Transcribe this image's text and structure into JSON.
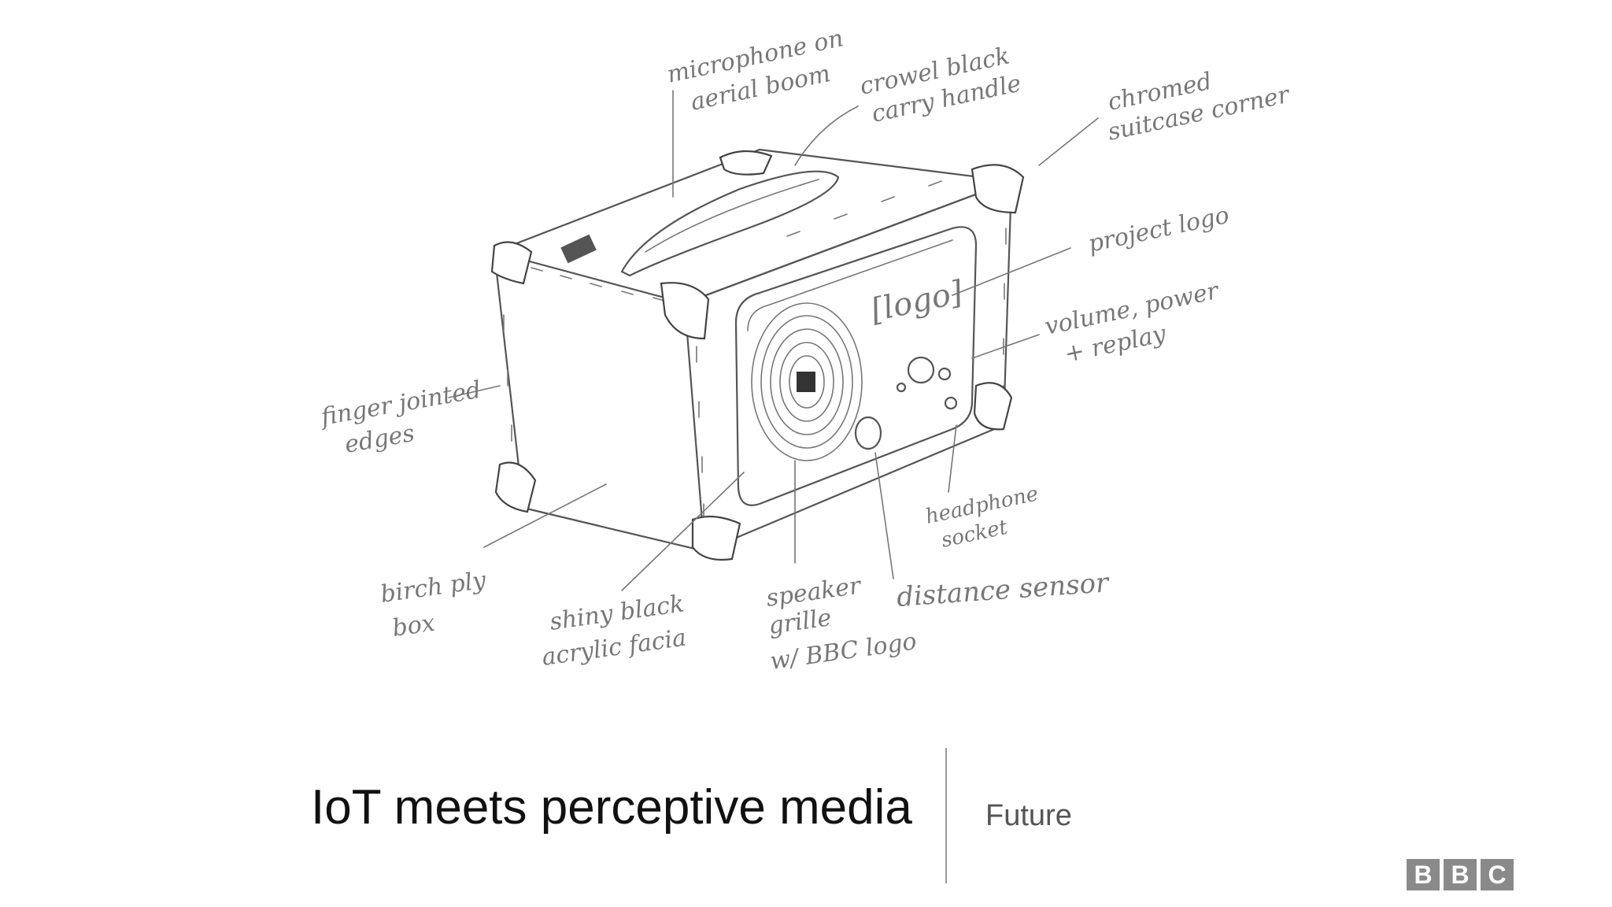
{
  "slide": {
    "title": "IoT meets perceptive media",
    "section": "Future",
    "logo": [
      "B",
      "B",
      "C"
    ]
  },
  "sketch": {
    "labels": {
      "microphone": [
        "microphone on",
        "aerial boom"
      ],
      "handle": [
        "crowel black",
        "carry handle"
      ],
      "corner": [
        "chromed",
        "suitcase corner"
      ],
      "project_logo": "project logo",
      "logo_text": "[logo]",
      "controls": [
        "volume, power",
        "+ replay"
      ],
      "finger": [
        "finger jointed",
        "edges"
      ],
      "headphone": [
        "headphone",
        "socket"
      ],
      "distance": "distance sensor",
      "speaker": [
        "speaker",
        "grille",
        "w/ BBC logo"
      ],
      "facia": [
        "shiny black",
        "acrylic facia"
      ],
      "box": [
        "birch ply",
        "box"
      ]
    }
  }
}
